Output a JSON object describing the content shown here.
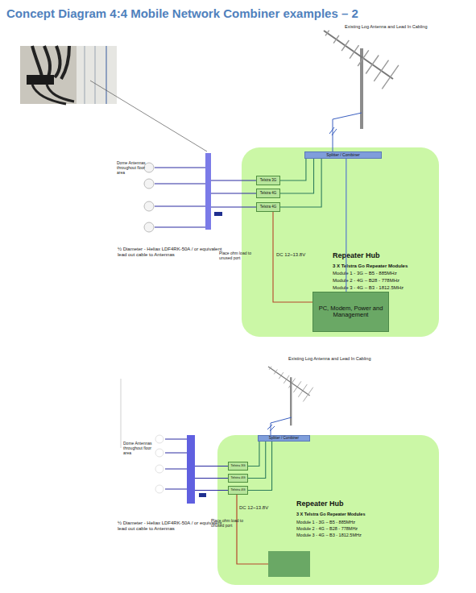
{
  "diagram": {
    "title": "Concept Diagram 4:4 Mobile Network Combiner examples – 2",
    "nodes": [
      {
        "text": [
          "Repeater Hub",
          "3 X Telstra Go Repeater Modules",
          "Module 1 - 3G – B5 - 885MHz",
          "Module 2 - 4G – B28 - 778MHz",
          "Module 3 - 4G – B3 - 1812.5MHz"
        ]
      },
      {
        "text": [
          "Splitter / Combiner"
        ],
        "in": 0
      },
      {
        "text": [
          "Telstra 3G"
        ],
        "in": 0
      },
      {
        "text": [
          "Telstra 4G"
        ],
        "in": 0
      },
      {
        "text": [
          "Telstra 4G"
        ],
        "in": 0
      },
      {
        "text": [
          "PC, Modem, Power and Management"
        ],
        "in": 0
      },
      {
        "text": [
          "Repeater Hub",
          "3 X Telstra Go Repeater Modules",
          "Module 1 - 3G – B5 - 885MHz",
          "Module 2 - 4G – B28 - 778MHz",
          "Module 3 - 4G – B3 - 1812.5MHz"
        ]
      },
      {
        "text": [
          "Splitter / Combiner"
        ],
        "in": 6
      },
      {
        "text": [
          "Telstra 3G"
        ],
        "in": 6
      },
      {
        "text": [
          "Telstra 4G"
        ],
        "in": 6
      },
      {
        "text": [
          "Telstra 4G"
        ],
        "in": 6
      }
    ],
    "edges": [
      {
        "from": 1,
        "to": 2,
        "arrow": "none"
      },
      {
        "from": 1,
        "to": 3,
        "arrow": "none"
      },
      {
        "from": 1,
        "to": 4,
        "arrow": "none"
      },
      {
        "from": 1,
        "to": 5,
        "arrow": "none"
      },
      {
        "from": 4,
        "to": 5,
        "label": "DC 12~13.8V",
        "arrow": "none"
      },
      {
        "from": 7,
        "to": 8,
        "arrow": "none"
      },
      {
        "from": 7,
        "to": 9,
        "arrow": "none"
      },
      {
        "from": 7,
        "to": 10,
        "arrow": "none"
      }
    ],
    "labels": [
      "Existing Log Antenna and Lead In Cabling",
      "Dome Antennas throughout floor area",
      "½ Diameter - Heliax LDF4RK-50A / or equivalent lead out cable to Antennas",
      "Place ohm load to unused port",
      "Existing Log Antenna and Lead In Cabling",
      "Dome Antennas throughout floor area",
      "½ Diameter - Heliax LDF4RK-50A / or equivalent lead out cable to Antennas",
      "Place ohm load to unused port",
      "DC 12~13.8V"
    ]
  }
}
